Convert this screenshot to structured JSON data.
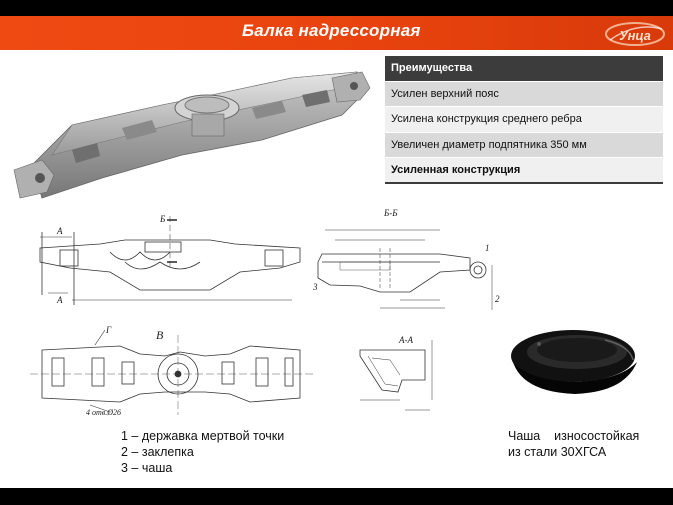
{
  "header": {
    "title": "Балка надрессорная",
    "logo_text": "Унца"
  },
  "advantages": {
    "heading": "Преимущества",
    "rows": [
      "Усилен верхний пояс",
      "Усилена конструкция среднего ребра",
      "Увеличен диаметр подпятника 350 мм",
      "Усиленная конструкция"
    ]
  },
  "drawing_labels": {
    "section_b": "Б",
    "section_bb": "Б-Б",
    "section_aa": "А-А",
    "a_top": "А",
    "a_bottom": "А",
    "g": "Г",
    "v": "В",
    "holes": "4 отв.Ø26",
    "callout_1": "1",
    "callout_2": "2",
    "callout_3": "3"
  },
  "legend": [
    "1 – державка мертвой точки",
    "2 – заклепка",
    "3 – чаша"
  ],
  "bowl_caption": [
    "Чаша    износостойкая",
    "из стали 30ХГСА"
  ],
  "colors": {
    "header": "#ef4a12",
    "table_head": "#3c3c3c",
    "row_shade": "#d9d9d9"
  }
}
